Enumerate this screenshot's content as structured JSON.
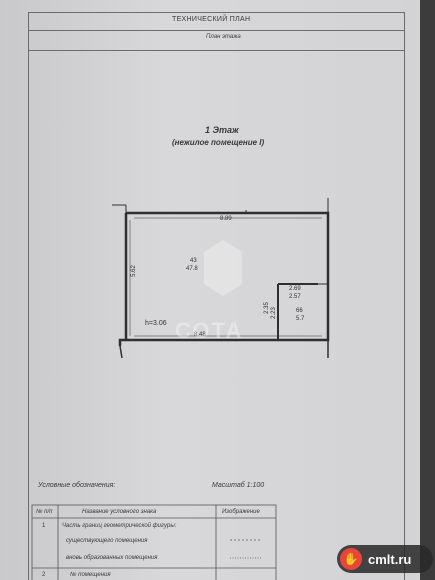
{
  "header": {
    "title": "ТЕХНИЧЕСКИЙ ПЛАН",
    "subtitle": "План этажа"
  },
  "floor": {
    "title": "1 Этаж",
    "subtitle": "(нежилое помещение I)"
  },
  "plan": {
    "dim_top": "8.89",
    "dim_left": "5.62",
    "dim_bottom": "8.48",
    "height_label": "h=3.06",
    "room_main_number": "43",
    "room_main_area": "47.8",
    "dim_step_top": "2.69",
    "dim_step_inner": "2.57",
    "dim_step_vertical_outer": "2.35",
    "dim_step_vertical_inner": "2.23",
    "room_small_number": "66",
    "room_small_area": "5.7"
  },
  "legend": {
    "header": "Условные обозначения:",
    "scale": "Масштаб 1:100",
    "columns": {
      "num": "№ п/п",
      "name": "Название условного знака",
      "image": "Изображение"
    },
    "rows": [
      {
        "num": "1",
        "line1": "Часть границ геометрической фигуры:",
        "line2": "существующего помещения",
        "line3": "вновь образованных помещения"
      },
      {
        "num": "2",
        "line1": "№ помещения"
      }
    ]
  },
  "watermark": {
    "text": "СОТА"
  },
  "badge": {
    "logo_text": "cmlt.ru",
    "icon": "hand-icon"
  },
  "colors": {
    "paper": "#d3d3d5",
    "ink": "#3a3a3a",
    "badge_red": "#e8463a"
  }
}
